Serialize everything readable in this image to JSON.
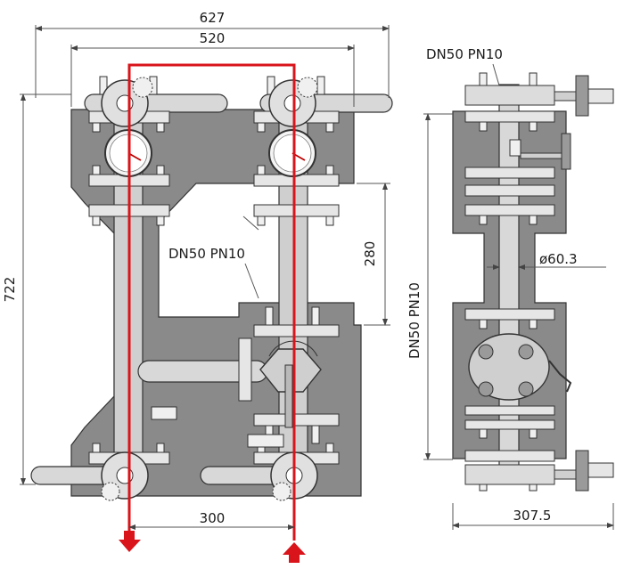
{
  "front_view": {
    "dim_overall_width": "627",
    "dim_flange_width": "520",
    "dim_height": "722",
    "dim_gap": "280",
    "dim_pipe_spacing": "300",
    "pipe_label": "DN50 PN10"
  },
  "side_view": {
    "top_label": "DN50 PN10",
    "vertical_label": "DN50 PN10",
    "pipe_diameter": "ø60.3",
    "dim_width": "307.5"
  },
  "colors": {
    "plate": "#8a8a8a",
    "flow_line": "#d9141b",
    "dimension_line": "#555555"
  }
}
